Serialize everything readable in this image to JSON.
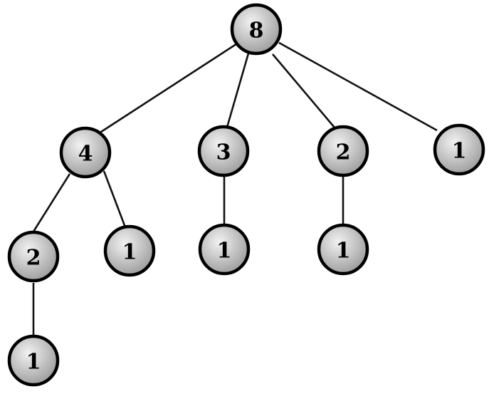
{
  "tree": {
    "nodes": [
      {
        "id": "root",
        "value": "8"
      },
      {
        "id": "n4",
        "value": "4",
        "parent": "root"
      },
      {
        "id": "n3",
        "value": "3",
        "parent": "root"
      },
      {
        "id": "n2a",
        "value": "2",
        "parent": "root"
      },
      {
        "id": "n1a",
        "value": "1",
        "parent": "root"
      },
      {
        "id": "n2b",
        "value": "2",
        "parent": "n4"
      },
      {
        "id": "n1b",
        "value": "1",
        "parent": "n4"
      },
      {
        "id": "n1c",
        "value": "1",
        "parent": "n3"
      },
      {
        "id": "n1d",
        "value": "1",
        "parent": "n2a"
      },
      {
        "id": "n1e",
        "value": "1",
        "parent": "n2b"
      }
    ]
  },
  "colors": {
    "node_fill_light": "#f2f2f2",
    "node_fill_dark": "#9a9a9a",
    "node_border": "#000000",
    "edge": "#111111"
  }
}
